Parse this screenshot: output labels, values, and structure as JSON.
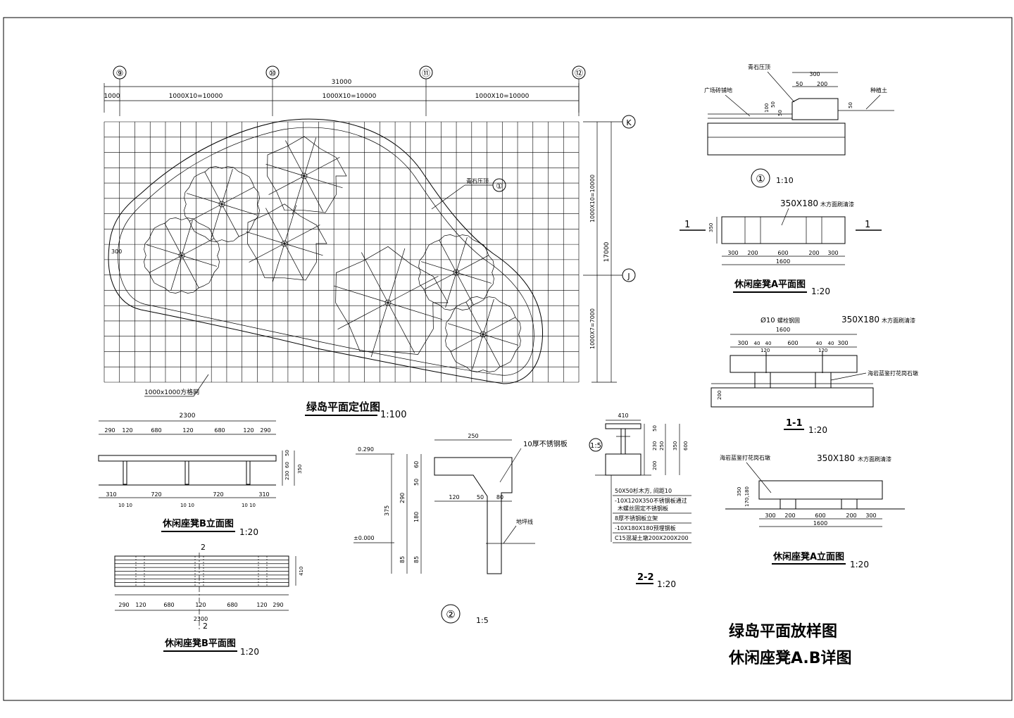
{
  "sheet": {
    "title_line1": "绿岛平面放样图",
    "title_line2": "休闲座凳A.B详图"
  },
  "plan": {
    "title": "绿岛平面定位图",
    "scale": "1:100",
    "axes": [
      "⑨",
      "⑩",
      "⑪",
      "⑫"
    ],
    "axes_right": [
      "K",
      "J"
    ],
    "dim_total": "31000",
    "dim_parts": [
      "1000",
      "1000X10=10000",
      "1000X10=10000",
      "1000X10=10000"
    ],
    "dim_right_top": "1000X10=10000",
    "dim_right_total": "17000",
    "dim_right_bottom": "1000X7=7000",
    "grid_label": "1000x1000方格网",
    "curb_label": "青石压顶",
    "curb_mark": "①",
    "r_label": "300"
  },
  "detail1": {
    "labels": [
      "青石压顶",
      "广场砖铺地",
      "种植土"
    ],
    "dims": [
      "300",
      "50",
      "200",
      "100",
      "50",
      "50",
      "50"
    ],
    "mark": "①",
    "scale": "1:10"
  },
  "benchA_plan": {
    "top_label": "350X180",
    "top_note": "木方面刷清漆",
    "section": "1",
    "dims": [
      "300",
      "200",
      "600",
      "200",
      "300"
    ],
    "total": "1600",
    "side": "350",
    "title": "休闲座凳A平面图",
    "scale": "1:20"
  },
  "section11": {
    "bolt_label": "Ø10",
    "bolt_note": "螺栓钢固",
    "wood_label": "350X180",
    "wood_note": "木方面刷清漆",
    "stone_note": "海岩蓝鉴打花岗石墩",
    "total": "1600",
    "dims": [
      "300",
      "40",
      "40",
      "600",
      "40",
      "40",
      "300"
    ],
    "sub": [
      "120",
      "120"
    ],
    "side": "200",
    "title": "1-1",
    "scale": "1:20"
  },
  "benchA_elev": {
    "stone_note": "海岩蓝鉴打花岗石墩",
    "wood_label": "350X180",
    "wood_note": "木方面刷清漆",
    "side1": "350",
    "side2": "170,180",
    "dims": [
      "300",
      "200",
      "600",
      "200",
      "300"
    ],
    "total": "1600",
    "title": "休闲座凳A立面图",
    "scale": "1:20"
  },
  "benchB_elev": {
    "total": "2300",
    "top_dims": [
      "290",
      "120",
      "680",
      "120",
      "680",
      "120",
      "290"
    ],
    "bottom_dims": [
      "310",
      "720",
      "720",
      "310"
    ],
    "leg_dims": [
      "10 10",
      "10 10",
      "10 10"
    ],
    "side": [
      "50",
      "60",
      "230",
      "350"
    ],
    "title": "休闲座凳B立面图",
    "scale": "1:20"
  },
  "benchB_plan": {
    "section": "2",
    "side": "410",
    "dims": [
      "290",
      "120",
      "680",
      "120",
      "680",
      "120",
      "290"
    ],
    "total": "2300",
    "title": "休闲座凳B平面图",
    "scale": "1:20"
  },
  "detail2": {
    "level_top": "0.290",
    "level_zero": "±0.000",
    "top_dim": "250",
    "plate_note": "10厚不锈钢板",
    "ground_note": "地坪线",
    "dims_left": [
      "375",
      "290",
      "85",
      "60",
      "50",
      "180",
      "85"
    ],
    "dims_bottom": [
      "120",
      "50",
      "80"
    ],
    "mark": "②",
    "scale": "1:5"
  },
  "section22": {
    "top_dim": "410",
    "side_dims": [
      "50",
      "230",
      "200",
      "250",
      "350",
      "600"
    ],
    "mark": "1:5",
    "notes": [
      "50X50杉木方, 间距10",
      "-10X120X350不锈钢板通过",
      "木螺丝固定不锈钢板",
      "8厚不锈钢板立架",
      "-10X180X180预埋钢板",
      "C15混凝土墩200X200X200"
    ],
    "title": "2-2",
    "scale": "1:20"
  }
}
